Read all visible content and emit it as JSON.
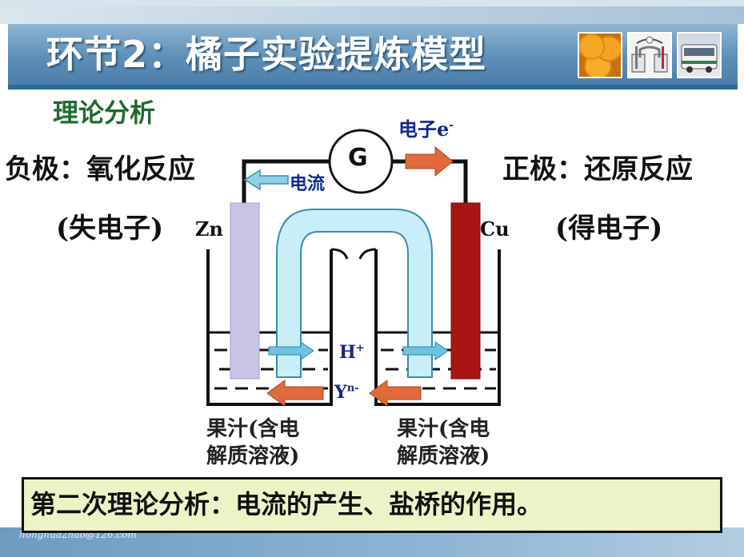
{
  "header": {
    "title": "环节2：橘子实验提炼模型",
    "thumbnails": [
      "orange-photo",
      "apparatus-photo",
      "bus-photo"
    ]
  },
  "section_title": "理论分析",
  "diagram": {
    "galvanometer": "G",
    "electron_label": "电子e",
    "electron_sup": "-",
    "current_label": "电流",
    "anode_label": "Zn",
    "cathode_label": "Cu",
    "cation_label": "H",
    "cation_sup": "+",
    "anion_label": "Y",
    "anion_sup": "n-",
    "left_beaker_label_line1": "果汁(含电",
    "left_beaker_label_line2": "解质溶液)",
    "right_beaker_label_line1": "果汁(含电",
    "right_beaker_label_line2": "解质溶液)"
  },
  "negative_electrode": {
    "title": "负极：氧化反应",
    "note": "(失电子)"
  },
  "positive_electrode": {
    "title": "正极：还原反应",
    "note": "(得电子)"
  },
  "summary": "第二次理论分析：电流的产生、盐桥的作用。",
  "footer": "honghua2hao@126.com",
  "colors": {
    "header_blue": "#5e8fb6",
    "section_green": "#1f6b2e",
    "label_navy": "#0e2a8a",
    "arrow_orange": "#e06a3a",
    "arrow_blue": "#6fc3e0",
    "zn_electrode": "#c9c3e6",
    "cu_electrode": "#a81414",
    "summary_bg": "#ecf3c7"
  }
}
